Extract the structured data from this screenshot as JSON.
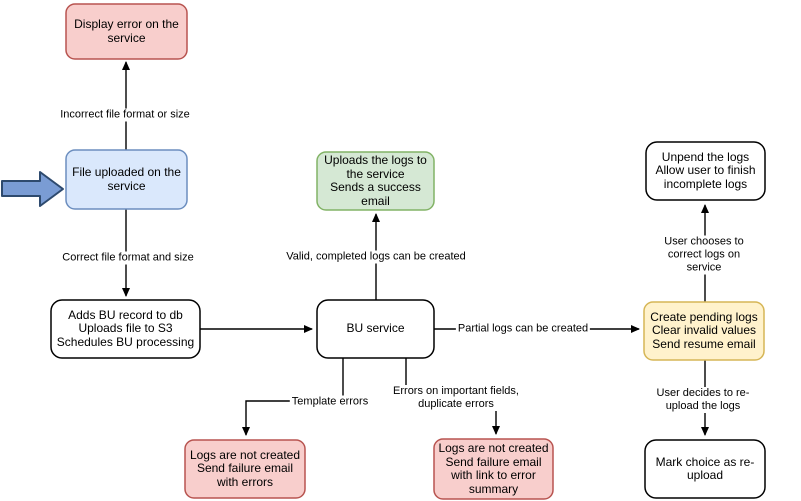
{
  "canvas": {
    "background": "#ffffff",
    "connector_color": "#000000"
  },
  "pointer_arrow": {
    "fill": "#7a9cd4",
    "stroke": "#2e4a6e"
  },
  "nodes": {
    "display_error": {
      "label": "Display error on the\nservice",
      "fill": "#f8cecc",
      "stroke": "#b85450"
    },
    "file_uploaded": {
      "label": "File uploaded on the\nservice",
      "fill": "#dae8fc",
      "stroke": "#6c8ebf"
    },
    "adds_bu": {
      "label": "Adds BU record to db\nUploads file to S3\nSchedules BU processing",
      "fill": "#ffffff",
      "stroke": "#000000"
    },
    "bu_service": {
      "label": "BU service",
      "fill": "#ffffff",
      "stroke": "#000000"
    },
    "uploads_logs": {
      "label": "Uploads the logs to\nthe service\nSends a success\nemail",
      "fill": "#d5e8d4",
      "stroke": "#82b366"
    },
    "create_pending": {
      "label": "Create pending logs\nClear invalid values\nSend resume email",
      "fill": "#fff2cc",
      "stroke": "#d6b656"
    },
    "unpend": {
      "label": "Unpend the logs\nAllow user to finish\nincomplete logs",
      "fill": "#ffffff",
      "stroke": "#000000"
    },
    "mark_choice": {
      "label": "Mark choice as re-\nupload",
      "fill": "#ffffff",
      "stroke": "#000000"
    },
    "logs_failure_errors": {
      "label": "Logs are not created\nSend failure email\nwith errors",
      "fill": "#f8cecc",
      "stroke": "#b85450"
    },
    "logs_failure_summary": {
      "label": "Logs are not created\nSend failure email\nwith link to error\nsummary",
      "fill": "#f8cecc",
      "stroke": "#b85450"
    }
  },
  "edges": {
    "incorrect_format": {
      "label": "Incorrect file format or size"
    },
    "correct_format": {
      "label": "Correct file format and size"
    },
    "valid_completed": {
      "label": "Valid, completed logs can be created"
    },
    "partial_logs": {
      "label": "Partial logs can be created"
    },
    "template_errors": {
      "label": "Template errors"
    },
    "important_fields": {
      "label": "Errors on important fields,\nduplicate errors"
    },
    "user_corrects": {
      "label": "User chooses to correct logs on service"
    },
    "user_reuploads": {
      "label": "User decides to re-upload the logs"
    }
  }
}
